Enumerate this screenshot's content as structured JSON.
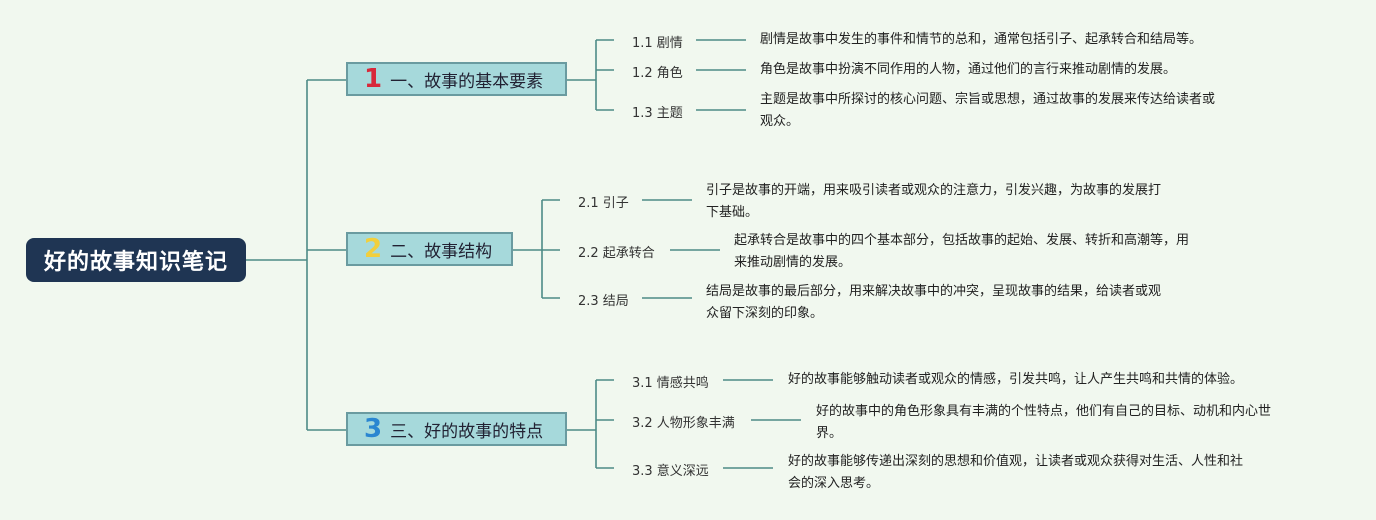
{
  "root": "好的故事知识笔记",
  "colors": {
    "num1": "#d8283a",
    "num2": "#f2cf3c",
    "num3": "#2a86d1",
    "line": "#4d8b86"
  },
  "branches": [
    {
      "number": "1",
      "title": "一、故事的基本要素",
      "children": [
        {
          "label": "1.1 剧情",
          "desc": [
            "剧情是故事中发生的事件和情节的总和，通常包括引子、起承转合和结局等。"
          ]
        },
        {
          "label": "1.2 角色",
          "desc": [
            "角色是故事中扮演不同作用的人物，通过他们的言行来推动剧情的发展。"
          ]
        },
        {
          "label": "1.3 主题",
          "desc": [
            "主题是故事中所探讨的核心问题、宗旨或思想，通过故事的发展来传达给读者或",
            "观众。"
          ]
        }
      ]
    },
    {
      "number": "2",
      "title": "二、故事结构",
      "children": [
        {
          "label": "2.1 引子",
          "desc": [
            "引子是故事的开端，用来吸引读者或观众的注意力，引发兴趣，为故事的发展打",
            "下基础。"
          ]
        },
        {
          "label": "2.2 起承转合",
          "desc": [
            "起承转合是故事中的四个基本部分，包括故事的起始、发展、转折和高潮等，用",
            "来推动剧情的发展。"
          ]
        },
        {
          "label": "2.3 结局",
          "desc": [
            "结局是故事的最后部分，用来解决故事中的冲突，呈现故事的结果，给读者或观",
            "众留下深刻的印象。"
          ]
        }
      ]
    },
    {
      "number": "3",
      "title": "三、好的故事的特点",
      "children": [
        {
          "label": "3.1 情感共鸣",
          "desc": [
            "好的故事能够触动读者或观众的情感，引发共鸣，让人产生共鸣和共情的体验。"
          ]
        },
        {
          "label": "3.2 人物形象丰满",
          "desc": [
            "好的故事中的角色形象具有丰满的个性特点，他们有自己的目标、动机和内心世",
            "界。"
          ]
        },
        {
          "label": "3.3 意义深远",
          "desc": [
            "好的故事能够传递出深刻的思想和价值观，让读者或观众获得对生活、人性和社",
            "会的深入思考。"
          ]
        }
      ]
    }
  ]
}
